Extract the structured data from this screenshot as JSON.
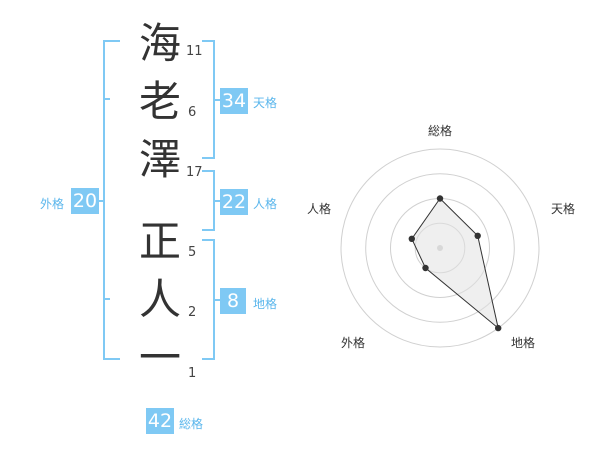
{
  "name": {
    "characters": [
      {
        "char": "海",
        "strokes": "11"
      },
      {
        "char": "老",
        "strokes": "6"
      },
      {
        "char": "澤",
        "strokes": "17"
      },
      {
        "char": "正",
        "strokes": "5"
      },
      {
        "char": "人",
        "strokes": "2"
      },
      {
        "char": "一",
        "strokes": "1"
      }
    ]
  },
  "fortunes": {
    "tenkaku": {
      "value": "34",
      "label": "天格"
    },
    "jinkaku": {
      "value": "22",
      "label": "人格"
    },
    "chikaku": {
      "value": "8",
      "label": "地格"
    },
    "gaikaku": {
      "value": "20",
      "label": "外格"
    },
    "soukaku": {
      "value": "42",
      "label": "総格"
    }
  },
  "colors": {
    "accent": "#7fc9f4",
    "accent_text": "#5ab6ec",
    "bracket": "#7fc9f4"
  },
  "chart_data": {
    "type": "radar",
    "axes": [
      "総格",
      "天格",
      "地格",
      "外格",
      "人格"
    ],
    "scale_rings": 4,
    "series": [
      {
        "values": [
          0.5,
          0.4,
          1.0,
          0.25,
          0.3
        ]
      }
    ]
  }
}
